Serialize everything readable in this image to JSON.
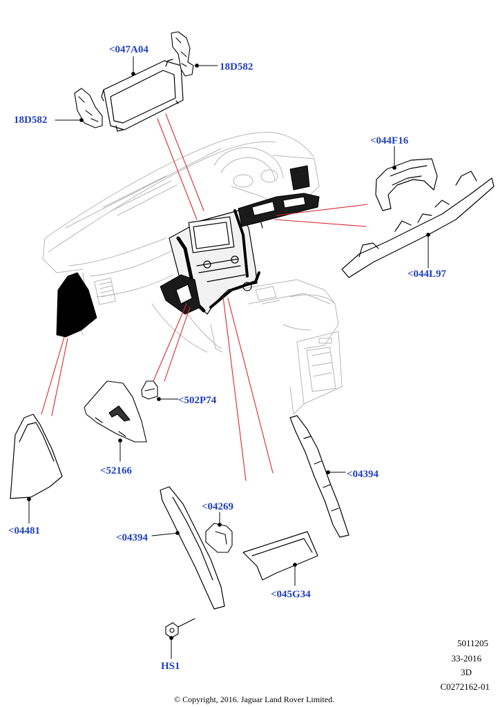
{
  "callouts": {
    "c047A04": "<047A04",
    "c18D582_top": "18D582",
    "c18D582_left": "18D582",
    "c044F16": "<044F16",
    "c044L97": "<044L97",
    "c502P74": "<502P74",
    "c52166": "<52166",
    "c04481": "<04481",
    "c04394_right": "<04394",
    "c04394_left": "<04394",
    "c04269": "<04269",
    "c045G34": "<045G34",
    "cHS1": "HS1"
  },
  "meta": {
    "line1": "5011205",
    "line2": "33-2016",
    "line3": "3D",
    "line4": "C0272162-01"
  },
  "copyright": "© Copyright, 2016. Jaguar Land Rover Limited.",
  "colors": {
    "callout": "#1f3fbf",
    "leader_red": "#d9262c",
    "outline": "#000000",
    "dashboard": "#bdbdbd"
  }
}
